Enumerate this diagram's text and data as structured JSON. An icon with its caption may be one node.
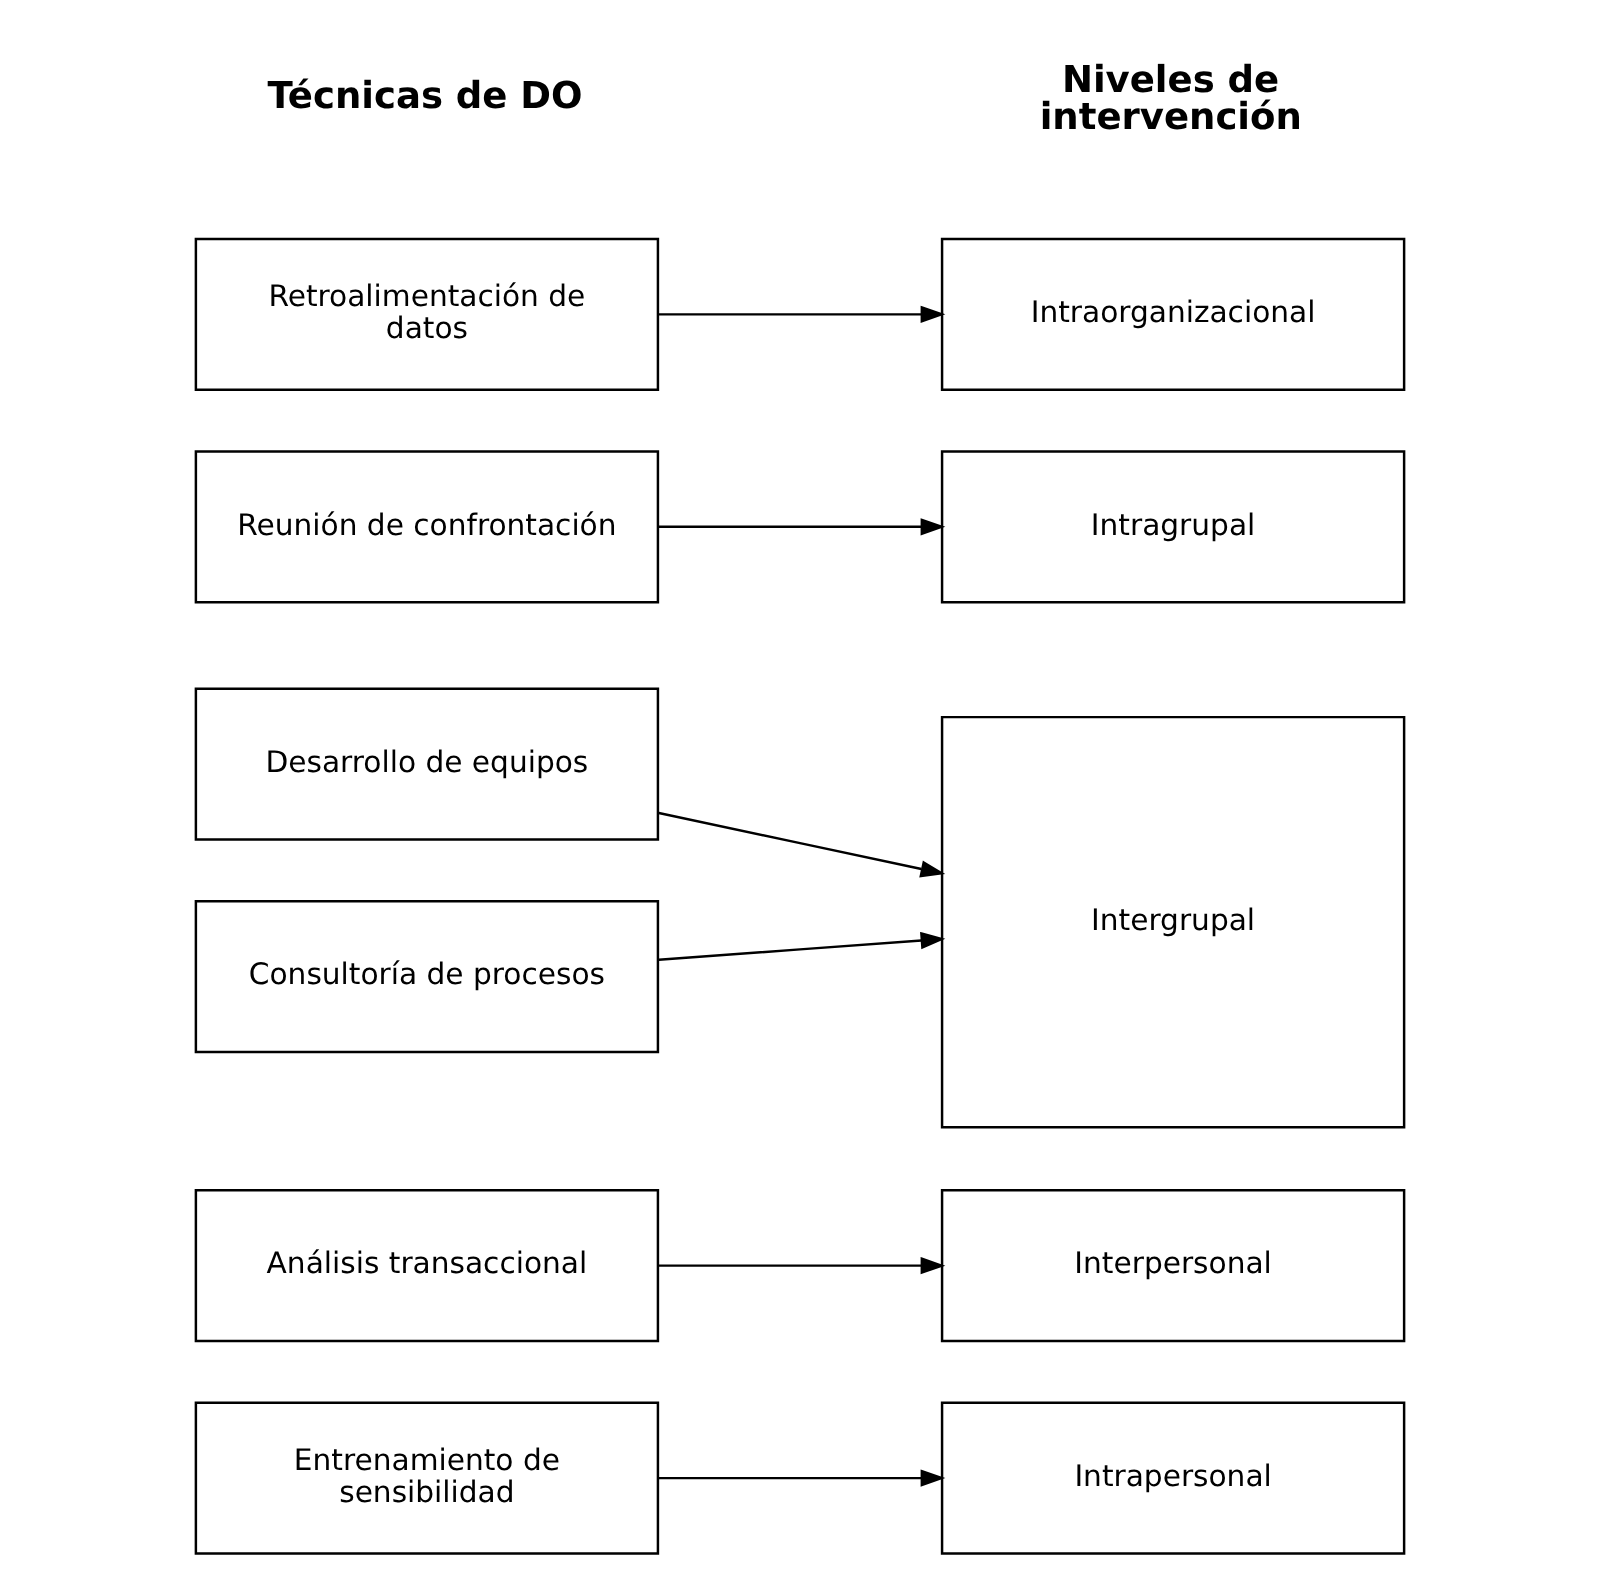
{
  "diagram": {
    "nodes": [
      {
        "text": [
          "Entrenamiento de sensibilidad"
        ]
      },
      {
        "text": [
          "Intrapersonal"
        ]
      },
      {
        "text": [
          "Análisis transaccional"
        ]
      },
      {
        "text": [
          "Interpersonal"
        ]
      },
      {
        "text": [
          "Desarrollo de equipos"
        ]
      },
      {
        "text": [
          "Intergrupal"
        ]
      },
      {
        "text": [
          "Consultoría de procesos"
        ]
      },
      {
        "text": [
          "Reunión de confrontación"
        ]
      },
      {
        "text": [
          "Intragrupal"
        ]
      },
      {
        "text": [
          "Retroalimentación de datos"
        ]
      },
      {
        "text": [
          "Intraorganizacional"
        ]
      }
    ],
    "edges": [
      {
        "from": 0,
        "to": 1,
        "arrow": "to"
      },
      {
        "from": 2,
        "to": 3,
        "arrow": "to"
      },
      {
        "from": 4,
        "to": 5,
        "arrow": "to"
      },
      {
        "from": 6,
        "to": 5,
        "arrow": "to"
      },
      {
        "from": 7,
        "to": 8,
        "arrow": "to"
      },
      {
        "from": 9,
        "to": 10,
        "arrow": "to"
      }
    ],
    "labels": [
      "Técnicas de DO",
      "Niveles de intervención"
    ]
  }
}
